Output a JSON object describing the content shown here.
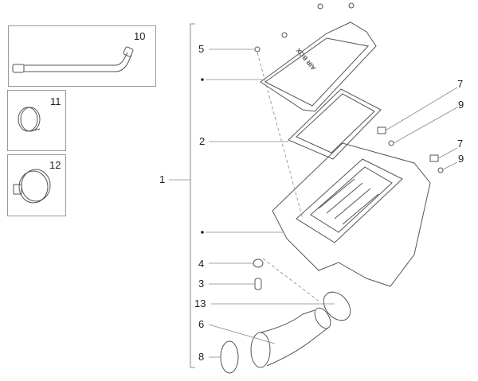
{
  "diagram": {
    "title": "Air box assembly exploded view",
    "callouts": {
      "c1": "1",
      "c2": "2",
      "c3": "3",
      "c4": "4",
      "c5": "5",
      "c6": "6",
      "c7a": "7",
      "c7b": "7",
      "c8": "8",
      "c9a": "9",
      "c9b": "9",
      "c10": "10",
      "c11": "11",
      "c12": "12",
      "c13": "13"
    },
    "lid_text": "AIR BOX",
    "colors": {
      "line": "#555555",
      "leader": "#888888",
      "box_border": "#999999"
    }
  }
}
